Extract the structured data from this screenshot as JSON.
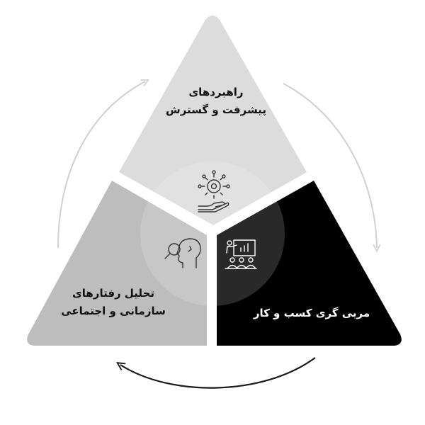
{
  "diagram": {
    "segments": [
      {
        "id": "top",
        "lines": [
          "راهبردهای",
          "پیشرفت و گسترش"
        ],
        "fill": "#dcdcdc",
        "icon": "gear-hand-icon"
      },
      {
        "id": "left",
        "lines": [
          "تحلیل رفتارهای",
          "سازمانی و اجتماعی"
        ],
        "fill": "#bdbdbd",
        "icon": "head-magnifier-icon"
      },
      {
        "id": "right",
        "lines": [
          "مربی گری کسب و کار"
        ],
        "fill": "#000000",
        "icon": "presentation-board-icon"
      }
    ],
    "colors": {
      "cycle_arrow_light": "#d0d0d0",
      "cycle_arrow_dark": "#1a1a1a",
      "center_overlay": "#ffffff"
    }
  }
}
